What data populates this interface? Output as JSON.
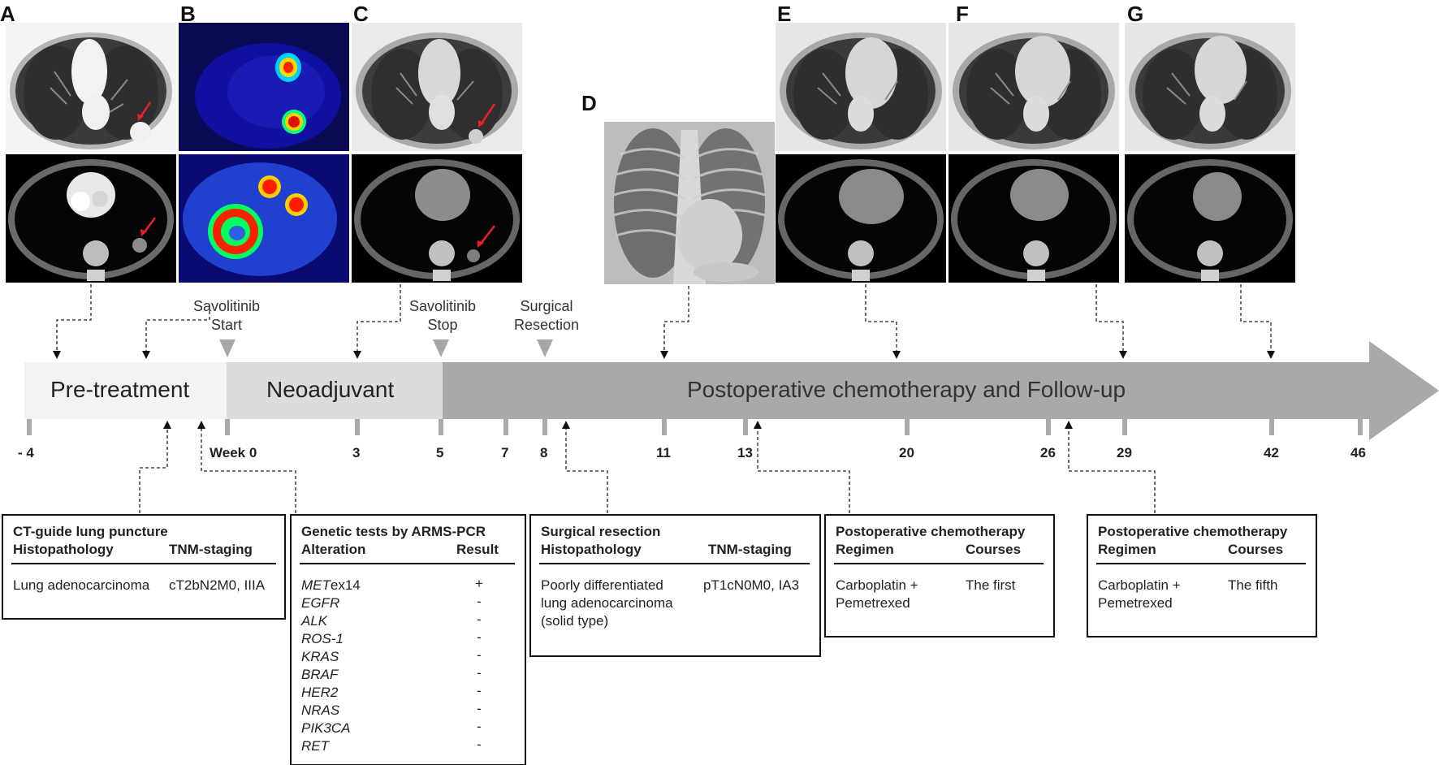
{
  "panels": {
    "A": {
      "letter": "A"
    },
    "B": {
      "letter": "B"
    },
    "C": {
      "letter": "C"
    },
    "D": {
      "letter": "D"
    },
    "E": {
      "letter": "E"
    },
    "F": {
      "letter": "F"
    },
    "G": {
      "letter": "G"
    }
  },
  "annotations": {
    "savolitinib_start": [
      "Savolitinib",
      "Start"
    ],
    "savolitinib_stop": [
      "Savolitinib",
      "Stop"
    ],
    "surgical_resection": [
      "Surgical",
      "Resection"
    ]
  },
  "phases": {
    "pre_treatment": "Pre-treatment",
    "neoadjuvant": "Neoadjuvant",
    "postoperative": "Postoperative chemotherapy and Follow-up"
  },
  "weeks": [
    "- 4",
    "Week 0",
    "3",
    "5",
    "7",
    "8",
    "11",
    "13",
    "20",
    "26",
    "29",
    "42",
    "46"
  ],
  "boxes": {
    "ct_guide": {
      "title": "CT-guide lung puncture",
      "col1": "Histopathology",
      "col2": "TNM-staging",
      "val1": "Lung adenocarcinoma",
      "val2": "cT2bN2M0, IIIA"
    },
    "genetic": {
      "title": "Genetic tests by ARMS-PCR",
      "col1": "Alteration",
      "col2": "Result",
      "rows": [
        {
          "gene": "MET",
          "suffix": "ex14",
          "result": "+"
        },
        {
          "gene": "EGFR",
          "suffix": "",
          "result": "-"
        },
        {
          "gene": "ALK",
          "suffix": "",
          "result": "-"
        },
        {
          "gene": "ROS-1",
          "suffix": "",
          "result": "-"
        },
        {
          "gene": "KRAS",
          "suffix": "",
          "result": "-"
        },
        {
          "gene": "BRAF",
          "suffix": "",
          "result": "-"
        },
        {
          "gene": "HER2",
          "suffix": "",
          "result": "-"
        },
        {
          "gene": "NRAS",
          "suffix": "",
          "result": "-"
        },
        {
          "gene": "PIK3CA",
          "suffix": "",
          "result": "-"
        },
        {
          "gene": "RET",
          "suffix": "",
          "result": "-"
        }
      ]
    },
    "surgical": {
      "title": "Surgical resection",
      "col1": "Histopathology",
      "col2": "TNM-staging",
      "val1_lines": [
        "Poorly differentiated",
        "lung adenocarcinoma",
        "(solid type)"
      ],
      "val2": "pT1cN0M0, IA3"
    },
    "chemo1": {
      "title": "Postoperative chemotherapy",
      "col1": "Regimen",
      "col2": "Courses",
      "val1_lines": [
        "Carboplatin +",
        "Pemetrexed"
      ],
      "val2": "The first"
    },
    "chemo2": {
      "title": "Postoperative chemotherapy",
      "col1": "Regimen",
      "col2": "Courses",
      "val1_lines": [
        "Carboplatin +",
        "Pemetrexed"
      ],
      "val2": "The fifth"
    }
  },
  "colors": {
    "pre_phase": "#f3f3f3",
    "neo_phase": "#dcdcdc",
    "post_phase": "#a9a9a9",
    "marker": "#a6a6a6",
    "arrow_red": "#e8202a"
  }
}
